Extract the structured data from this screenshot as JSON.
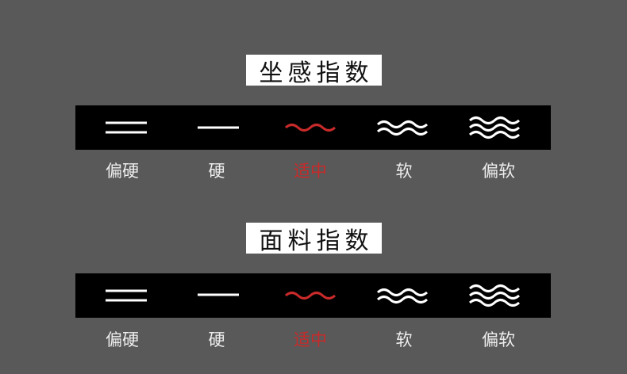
{
  "colors": {
    "background": "#595959",
    "bar": "#000000",
    "icon": "#ffffff",
    "accent": "#c92a2a"
  },
  "sections": [
    {
      "title": "坐感指数",
      "levels": [
        {
          "label": "偏硬",
          "icon": "double-line-icon"
        },
        {
          "label": "硬",
          "icon": "single-line-icon"
        },
        {
          "label": "适中",
          "icon": "single-wave-icon",
          "highlight": true
        },
        {
          "label": "软",
          "icon": "double-wave-icon"
        },
        {
          "label": "偏软",
          "icon": "triple-wave-icon"
        }
      ]
    },
    {
      "title": "面料指数",
      "levels": [
        {
          "label": "偏硬",
          "icon": "double-line-icon"
        },
        {
          "label": "硬",
          "icon": "single-line-icon"
        },
        {
          "label": "适中",
          "icon": "single-wave-icon",
          "highlight": true
        },
        {
          "label": "软",
          "icon": "double-wave-icon"
        },
        {
          "label": "偏软",
          "icon": "triple-wave-icon"
        }
      ]
    }
  ]
}
